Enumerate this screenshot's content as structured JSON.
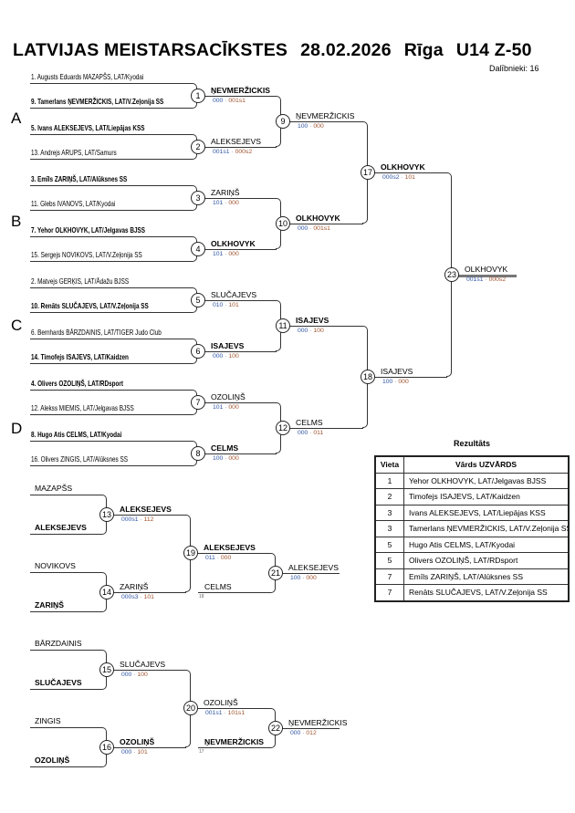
{
  "header": {
    "event": "LATVIJAS MEISTARSACĪKSTES",
    "date": "28.02.2026",
    "city": "Rīga",
    "category": "U14 Z-50",
    "participants": "Dalībnieki: 16"
  },
  "groups": [
    "A",
    "B",
    "C",
    "D"
  ],
  "entries": [
    {
      "text": "1. Augusts Eduards MAZAPŠS, LAT/Kyodai",
      "bold": false
    },
    {
      "text": "9. Tamerlans ŅEVMERŽICKIS, LAT/V.Zeļonija SS",
      "bold": true
    },
    {
      "text": "5. Ivans ALEKSEJEVS, LAT/Liepājas KSS",
      "bold": true
    },
    {
      "text": "13. Andrejs ARUPS, LAT/Samurs",
      "bold": false
    },
    {
      "text": "3. Emīls ZARIŅŠ, LAT/Alūksnes SS",
      "bold": true
    },
    {
      "text": "11. Glebs IVANOVS, LAT/Kyodai",
      "bold": false
    },
    {
      "text": "7. Yehor OLKHOVYK, LAT/Jelgavas BJSS",
      "bold": true
    },
    {
      "text": "15. Sergejs NOVIKOVS, LAT/V.Zeļonija SS",
      "bold": false
    },
    {
      "text": "2. Matvejs GERĶIS, LAT/Ādažu BJSS",
      "bold": false
    },
    {
      "text": "10. Renāts SLUČAJEVS, LAT/V.Zeļonija SS",
      "bold": true
    },
    {
      "text": "6. Bernhards BĀRZDAINIS, LAT/TIGER Judo Club",
      "bold": false
    },
    {
      "text": "14. Timofejs ISAJEVS, LAT/Kaidzen",
      "bold": true
    },
    {
      "text": "4. Olivers OZOLIŅŠ, LAT/RDsport",
      "bold": true
    },
    {
      "text": "12. Alekss MIEMIS, LAT/Jelgavas BJSS",
      "bold": false
    },
    {
      "text": "8. Hugo Atis CELMS, LAT/Kyodai",
      "bold": true
    },
    {
      "text": "16. Olivers ZINGIS, LAT/Alūksnes SS",
      "bold": false
    }
  ],
  "matches": {
    "1": {
      "winner": "ŅEVMERŽICKIS",
      "bold": true,
      "a": "000",
      "b": "001s1"
    },
    "2": {
      "winner": "ALEKSEJEVS",
      "bold": false,
      "a": "001s1",
      "b": "000s2"
    },
    "3": {
      "winner": "ZARIŅŠ",
      "bold": false,
      "a": "101",
      "b": "000"
    },
    "4": {
      "winner": "OLKHOVYK",
      "bold": true,
      "a": "101",
      "b": "000"
    },
    "5": {
      "winner": "SLUČAJEVS",
      "bold": false,
      "a": "010",
      "b": "101"
    },
    "6": {
      "winner": "ISAJEVS",
      "bold": true,
      "a": "000",
      "b": "100"
    },
    "7": {
      "winner": "OZOLIŅŠ",
      "bold": false,
      "a": "101",
      "b": "000"
    },
    "8": {
      "winner": "CELMS",
      "bold": true,
      "a": "100",
      "b": "000"
    },
    "9": {
      "winner": "ŅEVMERŽICKIS",
      "bold": false,
      "a": "100",
      "b": "000"
    },
    "10": {
      "winner": "OLKHOVYK",
      "bold": true,
      "a": "000",
      "b": "001s1"
    },
    "11": {
      "winner": "ISAJEVS",
      "bold": true,
      "a": "000",
      "b": "100"
    },
    "12": {
      "winner": "CELMS",
      "bold": false,
      "a": "000",
      "b": "011"
    },
    "17": {
      "winner": "OLKHOVYK",
      "bold": true,
      "a": "000s2",
      "b": "101"
    },
    "18": {
      "winner": "ISAJEVS",
      "bold": false,
      "a": "100",
      "b": "000"
    },
    "23": {
      "winner": "OLKHOVYK",
      "bold": false,
      "a": "001s1",
      "b": "000s2"
    },
    "13": {
      "winner": "ALEKSEJEVS",
      "bold": true,
      "a": "000s1",
      "b": "112"
    },
    "14": {
      "winner": "ZARIŅŠ",
      "bold": false,
      "a": "000s3",
      "b": "101"
    },
    "15": {
      "winner": "SLUČAJEVS",
      "bold": false,
      "a": "000",
      "b": "100"
    },
    "16": {
      "winner": "OZOLIŅŠ",
      "bold": true,
      "a": "000",
      "b": "101"
    },
    "19": {
      "winner": "ALEKSEJEVS",
      "bold": true,
      "a": "011",
      "b": "000"
    },
    "20": {
      "winner": "OZOLIŅŠ",
      "bold": false,
      "a": "001s1",
      "b": "101s1"
    },
    "21": {
      "winner": "ALEKSEJEVS",
      "bold": false,
      "a": "100",
      "b": "000"
    },
    "22": {
      "winner": "ŅEVMERŽICKIS",
      "bold": false,
      "a": "000",
      "b": "012"
    }
  },
  "repechage": {
    "entries": [
      {
        "text": "MAZAPŠS",
        "bold": false
      },
      {
        "text": "ALEKSEJEVS",
        "bold": true
      },
      {
        "text": "NOVIKOVS",
        "bold": false
      },
      {
        "text": "ZARIŅŠ",
        "bold": true
      },
      {
        "text": "BĀRZDAINIS",
        "bold": false
      },
      {
        "text": "SLUČAJEVS",
        "bold": true
      },
      {
        "text": "ZINGIS",
        "bold": false
      },
      {
        "text": "OZOLIŅŠ",
        "bold": true
      }
    ],
    "semi_losers": [
      {
        "text": "CELMS",
        "bold": false,
        "from": "18"
      },
      {
        "text": "ŅEVMERŽICKIS",
        "bold": true,
        "from": "17"
      }
    ]
  },
  "results": {
    "title": "Rezultāts",
    "headers": [
      "Vieta",
      "Vārds UZVĀRDS"
    ],
    "rows": [
      {
        "place": "1",
        "name": "Yehor OLKHOVYK, LAT/Jelgavas BJSS"
      },
      {
        "place": "2",
        "name": "Timofejs ISAJEVS, LAT/Kaidzen"
      },
      {
        "place": "3",
        "name": "Ivans ALEKSEJEVS, LAT/Liepājas KSS"
      },
      {
        "place": "3",
        "name": "Tamerlans ŅEVMERŽICKIS, LAT/V.Zeļonija SS"
      },
      {
        "place": "5",
        "name": "Hugo Atis CELMS, LAT/Kyodai"
      },
      {
        "place": "5",
        "name": "Olivers OZOLIŅŠ, LAT/RDsport"
      },
      {
        "place": "7",
        "name": "Emīls ZARIŅŠ, LAT/Alūksnes SS"
      },
      {
        "place": "7",
        "name": "Renāts SLUČAJEVS, LAT/V.Zeļonija SS"
      }
    ]
  }
}
